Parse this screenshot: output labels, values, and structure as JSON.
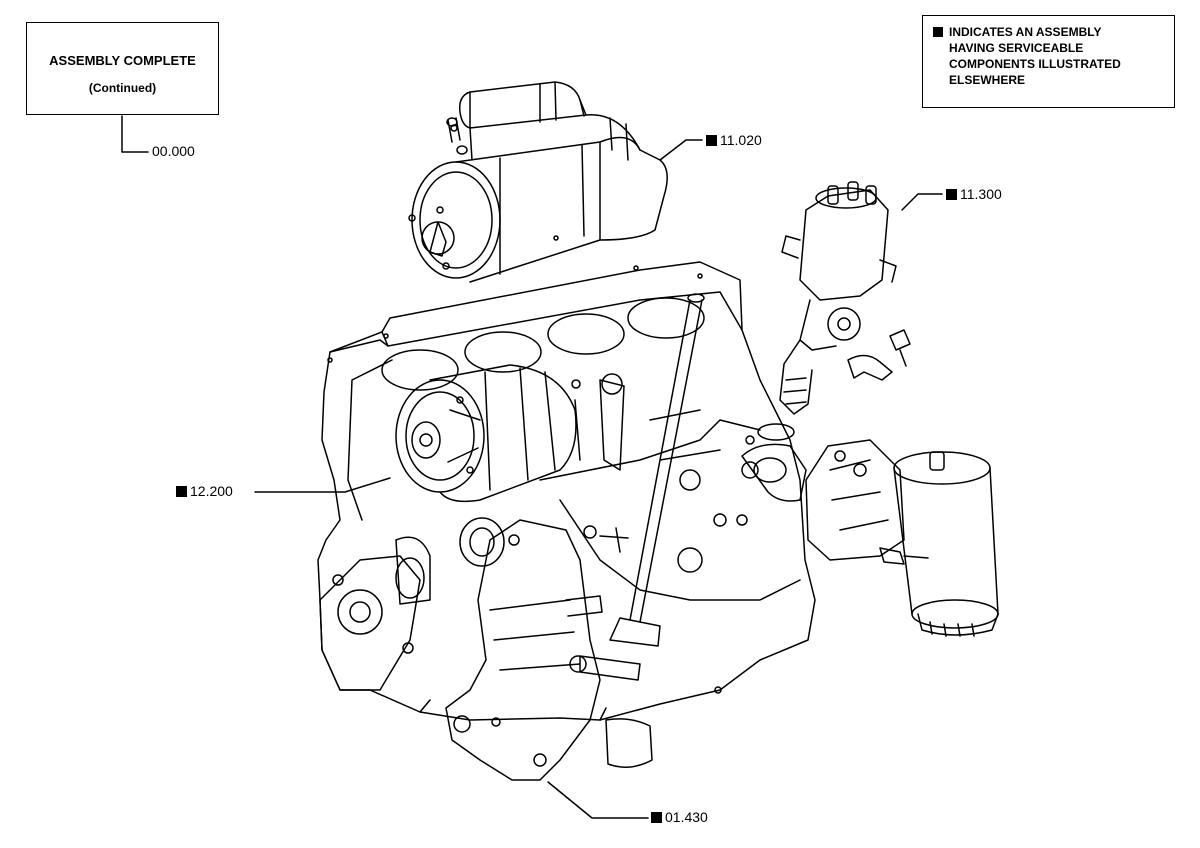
{
  "header": {
    "title": "ASSEMBLY COMPLETE",
    "subtitle": "(Continued)",
    "reference": "00.000"
  },
  "legend": {
    "lines": [
      "INDICATES AN ASSEMBLY",
      "HAVING SERVICEABLE",
      "COMPONENTS ILLUSTRATED",
      "ELSEWHERE"
    ],
    "marker": "black-square-icon"
  },
  "callouts": {
    "starter": "11.020",
    "distributor": "11.300",
    "alternator": "12.200",
    "water_pump": "01.430"
  }
}
